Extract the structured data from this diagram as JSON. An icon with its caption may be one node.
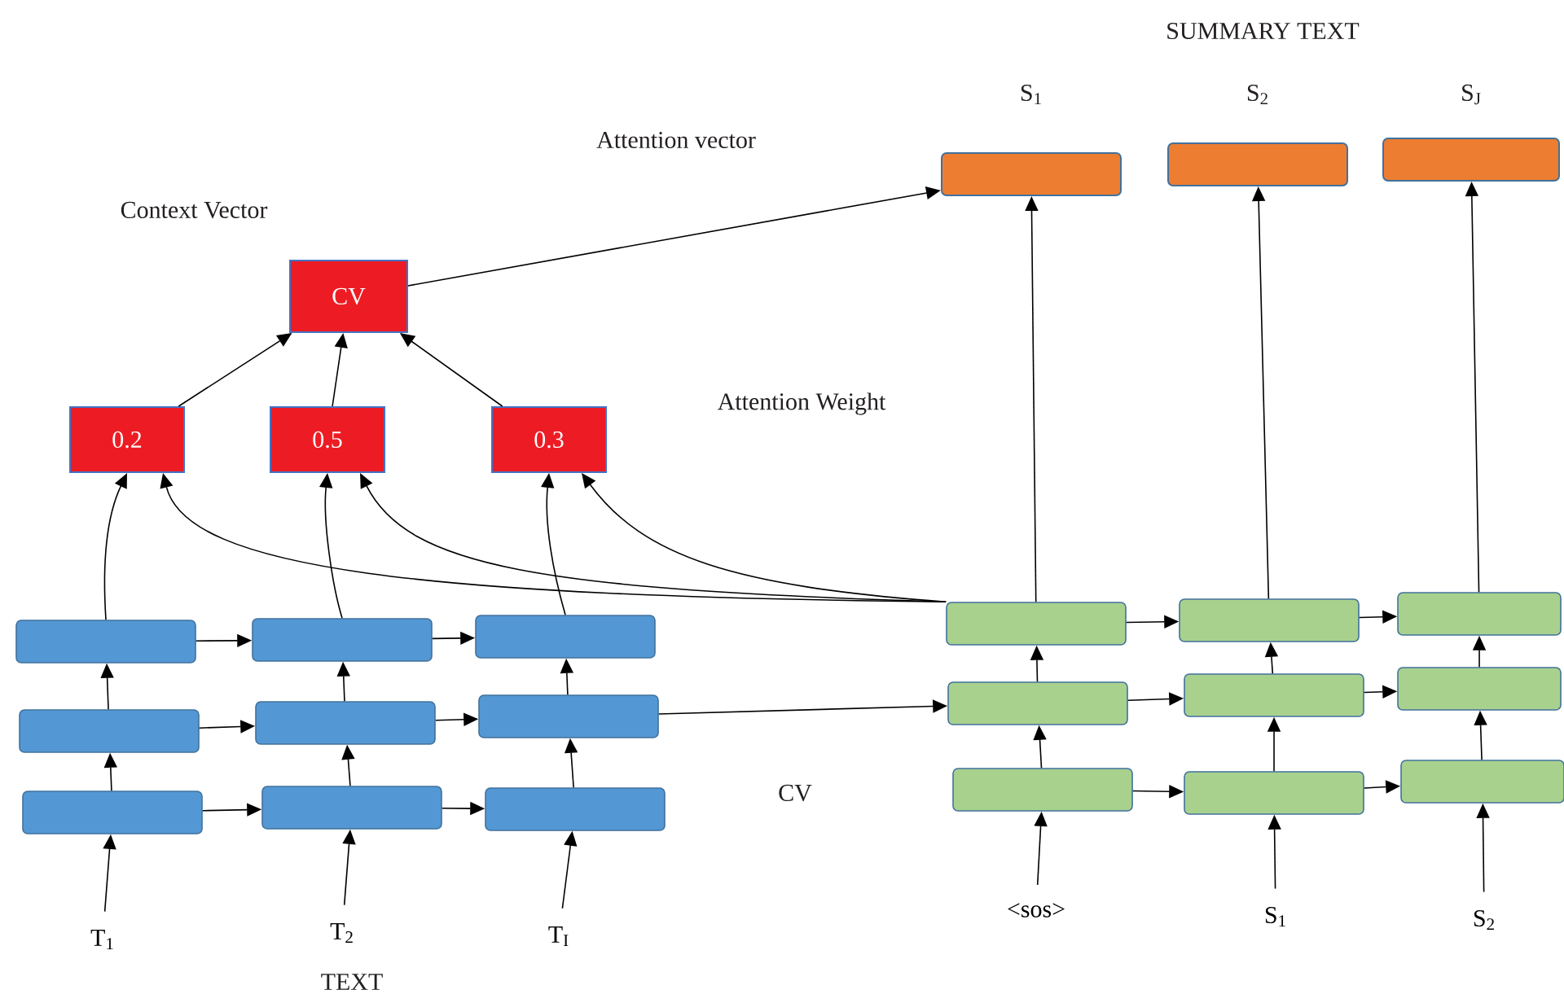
{
  "diagram": {
    "nodes": [
      {
        "text": [],
        "shape": "box"
      },
      {
        "text": [],
        "shape": "box"
      },
      {
        "text": [],
        "shape": "box"
      },
      {
        "text": [
          "CV"
        ]
      },
      {
        "text": [
          "0.2"
        ]
      },
      {
        "text": [
          "0.5"
        ]
      },
      {
        "text": [
          "0.3"
        ]
      },
      {
        "text": [],
        "shape": "box"
      },
      {
        "text": [],
        "shape": "box"
      },
      {
        "text": [],
        "shape": "box"
      },
      {
        "text": [],
        "shape": "box"
      },
      {
        "text": [],
        "shape": "box"
      },
      {
        "text": [],
        "shape": "box"
      },
      {
        "text": [],
        "shape": "box"
      },
      {
        "text": [],
        "shape": "box"
      },
      {
        "text": [],
        "shape": "box"
      },
      {
        "text": [],
        "shape": "box"
      },
      {
        "text": [],
        "shape": "box"
      },
      {
        "text": [],
        "shape": "box"
      },
      {
        "text": [],
        "shape": "box"
      },
      {
        "text": [],
        "shape": "box"
      },
      {
        "text": [],
        "shape": "box"
      },
      {
        "text": [],
        "shape": "box"
      },
      {
        "text": [],
        "shape": "box"
      },
      {
        "text": [],
        "shape": "box"
      },
      {
        "text": [
          "T$_{1}$"
        ]
      },
      {
        "text": [
          "T$_{2}$"
        ]
      },
      {
        "text": [
          "T$_{I}$"
        ]
      },
      {
        "text": [
          "<sos>"
        ]
      },
      {
        "text": [
          "S$_{1}$"
        ]
      },
      {
        "text": [
          "S$_{2}$"
        ]
      }
    ],
    "edges": [
      {
        "from": 25,
        "to": 13,
        "arrow": "to"
      },
      {
        "from": 26,
        "to": 14,
        "arrow": "to"
      },
      {
        "from": 27,
        "to": 15,
        "arrow": "to"
      },
      {
        "from": 13,
        "to": 10,
        "arrow": "to"
      },
      {
        "from": 10,
        "to": 7,
        "arrow": "to"
      },
      {
        "from": 14,
        "to": 11,
        "arrow": "to"
      },
      {
        "from": 11,
        "to": 8,
        "arrow": "to"
      },
      {
        "from": 15,
        "to": 12,
        "arrow": "to"
      },
      {
        "from": 12,
        "to": 9,
        "arrow": "to"
      },
      {
        "from": 13,
        "to": 14,
        "arrow": "to"
      },
      {
        "from": 14,
        "to": 15,
        "arrow": "to"
      },
      {
        "from": 10,
        "to": 11,
        "arrow": "to"
      },
      {
        "from": 11,
        "to": 12,
        "arrow": "to"
      },
      {
        "from": 7,
        "to": 8,
        "arrow": "to"
      },
      {
        "from": 8,
        "to": 9,
        "arrow": "to"
      },
      {
        "from": 7,
        "to": 4,
        "arrow": "to"
      },
      {
        "from": 8,
        "to": 5,
        "arrow": "to"
      },
      {
        "from": 9,
        "to": 6,
        "arrow": "to"
      },
      {
        "from": 16,
        "to": 4,
        "arrow": "to"
      },
      {
        "from": 16,
        "to": 5,
        "arrow": "to"
      },
      {
        "from": 16,
        "to": 6,
        "arrow": "to"
      },
      {
        "from": 4,
        "to": 3,
        "arrow": "to"
      },
      {
        "from": 5,
        "to": 3,
        "arrow": "to"
      },
      {
        "from": 6,
        "to": 3,
        "arrow": "to"
      },
      {
        "from": 3,
        "to": 0,
        "arrow": "to"
      },
      {
        "from": 12,
        "to": 19,
        "arrow": "to"
      },
      {
        "from": 28,
        "to": 22,
        "arrow": "to"
      },
      {
        "from": 29,
        "to": 23,
        "arrow": "to"
      },
      {
        "from": 30,
        "to": 24,
        "arrow": "to"
      },
      {
        "from": 22,
        "to": 19,
        "arrow": "to"
      },
      {
        "from": 19,
        "to": 16,
        "arrow": "to"
      },
      {
        "from": 23,
        "to": 20,
        "arrow": "to"
      },
      {
        "from": 20,
        "to": 17,
        "arrow": "to"
      },
      {
        "from": 24,
        "to": 21,
        "arrow": "to"
      },
      {
        "from": 21,
        "to": 18,
        "arrow": "to"
      },
      {
        "from": 22,
        "to": 23,
        "arrow": "to"
      },
      {
        "from": 23,
        "to": 24,
        "arrow": "to"
      },
      {
        "from": 19,
        "to": 20,
        "arrow": "to"
      },
      {
        "from": 20,
        "to": 21,
        "arrow": "to"
      },
      {
        "from": 16,
        "to": 17,
        "arrow": "to"
      },
      {
        "from": 17,
        "to": 18,
        "arrow": "to"
      },
      {
        "from": 16,
        "to": 0,
        "arrow": "to"
      },
      {
        "from": 17,
        "to": 1,
        "arrow": "to"
      },
      {
        "from": 18,
        "to": 2,
        "arrow": "to"
      }
    ],
    "labels": [
      "SUMMARY TEXT",
      "S$_{1}$",
      "S$_{2}$",
      "S$_{J}$",
      "Attention vector",
      "Context Vector",
      "Attention Weight",
      "CV",
      "TEXT"
    ]
  }
}
